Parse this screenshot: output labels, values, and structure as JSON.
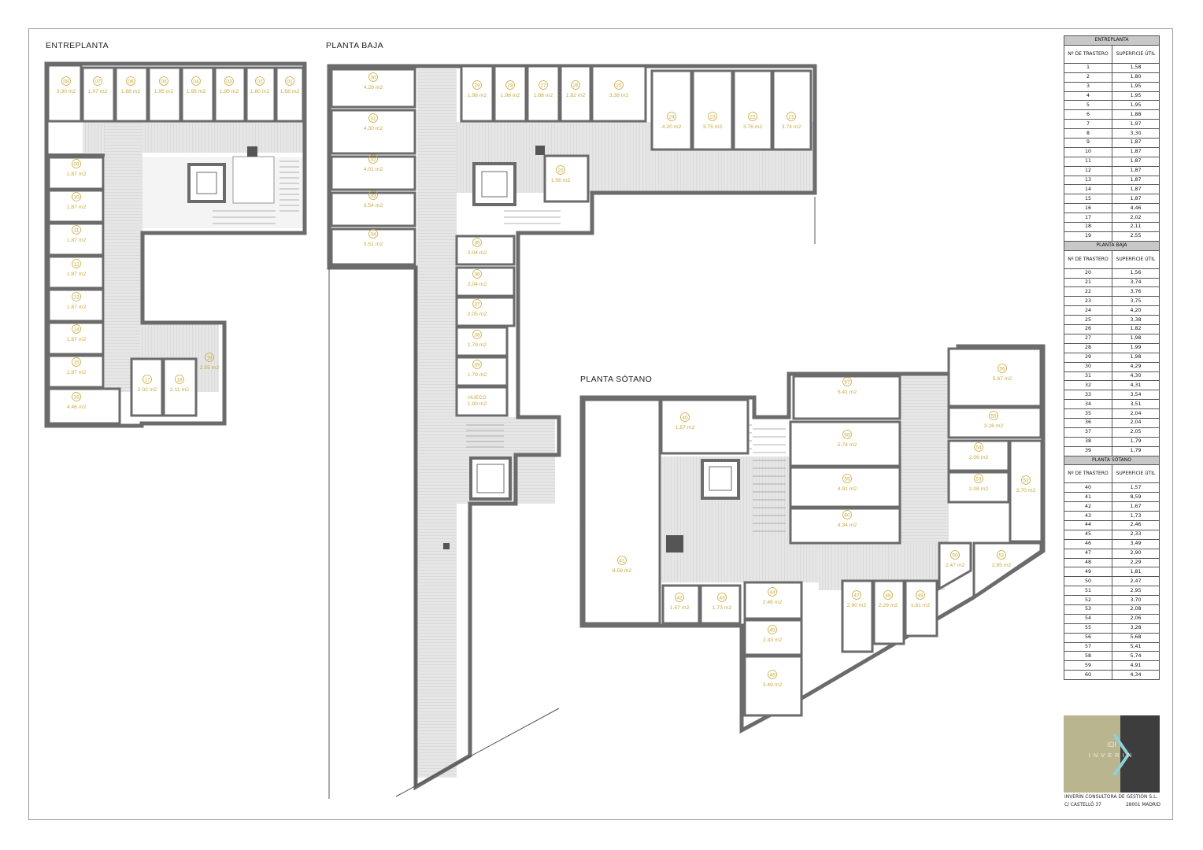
{
  "floors": {
    "entreplanta": {
      "title": "ENTREPLANTA"
    },
    "planta_baja": {
      "title": "PLANTA BAJA"
    },
    "planta_sotano": {
      "title": "PLANTA SÓTANO"
    }
  },
  "units": [
    {
      "num": "08",
      "area": "3.30 m2"
    },
    {
      "num": "07",
      "area": "1.97 m2"
    },
    {
      "num": "06",
      "area": "1.88 m2"
    },
    {
      "num": "05",
      "area": "1.95 m2"
    },
    {
      "num": "04",
      "area": "1.95 m2"
    },
    {
      "num": "03",
      "area": "1.95 m2"
    },
    {
      "num": "02",
      "area": "1.80 m2"
    },
    {
      "num": "01",
      "area": "1.58 m2"
    },
    {
      "num": "09",
      "area": "1.87 m2"
    },
    {
      "num": "10",
      "area": "1.87 m2"
    },
    {
      "num": "11",
      "area": "1.87 m2"
    },
    {
      "num": "12",
      "area": "1.87 m2"
    },
    {
      "num": "13",
      "area": "1.87 m2"
    },
    {
      "num": "14",
      "area": "1.87 m2"
    },
    {
      "num": "15",
      "area": "1.87 m2"
    },
    {
      "num": "16",
      "area": "4.46 m2"
    },
    {
      "num": "17",
      "area": "2.02 m2"
    },
    {
      "num": "18",
      "area": "2.11 m2"
    },
    {
      "num": "19",
      "area": "2.55 m2"
    },
    {
      "num": "30",
      "area": "4.29 m2"
    },
    {
      "num": "31",
      "area": "4.30 m2"
    },
    {
      "num": "32",
      "area": "4.01 m2"
    },
    {
      "num": "33",
      "area": "3.54 m2"
    },
    {
      "num": "34",
      "area": "3.51 m2"
    },
    {
      "num": "29",
      "area": "1.98 m2"
    },
    {
      "num": "28",
      "area": "1.98 m2"
    },
    {
      "num": "27",
      "area": "1.88 m2"
    },
    {
      "num": "26",
      "area": "1.82 m2"
    },
    {
      "num": "25",
      "area": "3.38 m2"
    },
    {
      "num": "24",
      "area": "4.20 m2"
    },
    {
      "num": "23",
      "area": "3.75 m2"
    },
    {
      "num": "22",
      "area": "3.76 m2"
    },
    {
      "num": "21",
      "area": "3.74 m2"
    },
    {
      "num": "20",
      "area": "1.56 m2"
    },
    {
      "num": "35",
      "area": "2.04 m2"
    },
    {
      "num": "36",
      "area": "2.04 m2"
    },
    {
      "num": "37",
      "area": "2.05 m2"
    },
    {
      "num": "38",
      "area": "1.79 m2"
    },
    {
      "num": "39",
      "area": "1.79 m2"
    },
    {
      "num": "",
      "area": "1.90 m2",
      "pre": "HUECO"
    },
    {
      "num": "57",
      "area": "5.41 m2"
    },
    {
      "num": "58",
      "area": "5.74 m2"
    },
    {
      "num": "59",
      "area": "4.91 m2"
    },
    {
      "num": "60",
      "area": "4.34 m2"
    },
    {
      "num": "56",
      "area": "5.67 m2"
    },
    {
      "num": "55",
      "area": "3.28 m2"
    },
    {
      "num": "54",
      "area": "2.06 m2"
    },
    {
      "num": "53",
      "area": "2.08 m2"
    },
    {
      "num": "52",
      "area": "3.70 m2"
    },
    {
      "num": "40",
      "area": "1.57 m2"
    },
    {
      "num": "41",
      "area": "8.59 m2"
    },
    {
      "num": "42",
      "area": "1.67 m2"
    },
    {
      "num": "43",
      "area": "1.73 m2"
    },
    {
      "num": "44",
      "area": "2.46 m2"
    },
    {
      "num": "45",
      "area": "2.33 m2"
    },
    {
      "num": "46",
      "area": "3.49 m2"
    },
    {
      "num": "47",
      "area": "2.90 m2"
    },
    {
      "num": "48",
      "area": "2.29 m2"
    },
    {
      "num": "49",
      "area": "1.81 m2"
    },
    {
      "num": "50",
      "area": "2.47 m2"
    },
    {
      "num": "51",
      "area": "2.95 m2"
    }
  ],
  "legend": {
    "col1": "Nº DE TRASTERO",
    "col2": "SUPERFICIE ÚTIL",
    "sections": [
      {
        "title": "ENTREPLANTA",
        "rows": [
          [
            "1",
            "1,58"
          ],
          [
            "2",
            "1,80"
          ],
          [
            "3",
            "1,95"
          ],
          [
            "4",
            "1,95"
          ],
          [
            "5",
            "1,95"
          ],
          [
            "6",
            "1,88"
          ],
          [
            "7",
            "1,97"
          ],
          [
            "8",
            "3,30"
          ],
          [
            "9",
            "1,87"
          ],
          [
            "10",
            "1,87"
          ],
          [
            "11",
            "1,87"
          ],
          [
            "12",
            "1,87"
          ],
          [
            "13",
            "1,87"
          ],
          [
            "14",
            "1,87"
          ],
          [
            "15",
            "1,87"
          ],
          [
            "16",
            "4,46"
          ],
          [
            "17",
            "2,02"
          ],
          [
            "18",
            "2,11"
          ],
          [
            "19",
            "2,55"
          ]
        ]
      },
      {
        "title": "PLANTA BAJA",
        "rows": [
          [
            "20",
            "1,56"
          ],
          [
            "21",
            "3,74"
          ],
          [
            "22",
            "3,76"
          ],
          [
            "23",
            "3,75"
          ],
          [
            "24",
            "4,20"
          ],
          [
            "25",
            "3,38"
          ],
          [
            "26",
            "1,82"
          ],
          [
            "27",
            "1,98"
          ],
          [
            "28",
            "1,99"
          ],
          [
            "29",
            "1,98"
          ],
          [
            "30",
            "4,29"
          ],
          [
            "31",
            "4,30"
          ],
          [
            "32",
            "4,31"
          ],
          [
            "33",
            "3,54"
          ],
          [
            "34",
            "3,51"
          ],
          [
            "35",
            "2,04"
          ],
          [
            "36",
            "2,04"
          ],
          [
            "37",
            "2,05"
          ],
          [
            "38",
            "1,79"
          ],
          [
            "39",
            "1,79"
          ]
        ]
      },
      {
        "title": "PLANTA SÓTANO",
        "rows": [
          [
            "40",
            "1,57"
          ],
          [
            "41",
            "8,59"
          ],
          [
            "42",
            "1,67"
          ],
          [
            "43",
            "1,73"
          ],
          [
            "44",
            "2,46"
          ],
          [
            "45",
            "2,33"
          ],
          [
            "46",
            "3,49"
          ],
          [
            "47",
            "2,90"
          ],
          [
            "48",
            "2,29"
          ],
          [
            "49",
            "1,81"
          ],
          [
            "50",
            "2,47"
          ],
          [
            "51",
            "2,95"
          ],
          [
            "52",
            "3,70"
          ],
          [
            "53",
            "2,08"
          ],
          [
            "54",
            "2,06"
          ],
          [
            "55",
            "3,28"
          ],
          [
            "56",
            "5,68"
          ],
          [
            "57",
            "5,41"
          ],
          [
            "58",
            "5,74"
          ],
          [
            "59",
            "4,91"
          ],
          [
            "60",
            "4,34"
          ]
        ]
      }
    ]
  },
  "branding": {
    "logo_mark": "IΩI",
    "logo_word": "INVERIN",
    "company": "INVERÍN CONSULTORA DE GESTIÓN S.L.",
    "address_left": "C/ CASTELLÓ 37",
    "address_right": "28001 MADRID"
  },
  "colors": {
    "wall": "#6b6b6b",
    "corridor": "#e3e3e3",
    "label": "#c9a93a",
    "logo_gold": "#b9b58f",
    "logo_dark": "#3d3d3d"
  }
}
